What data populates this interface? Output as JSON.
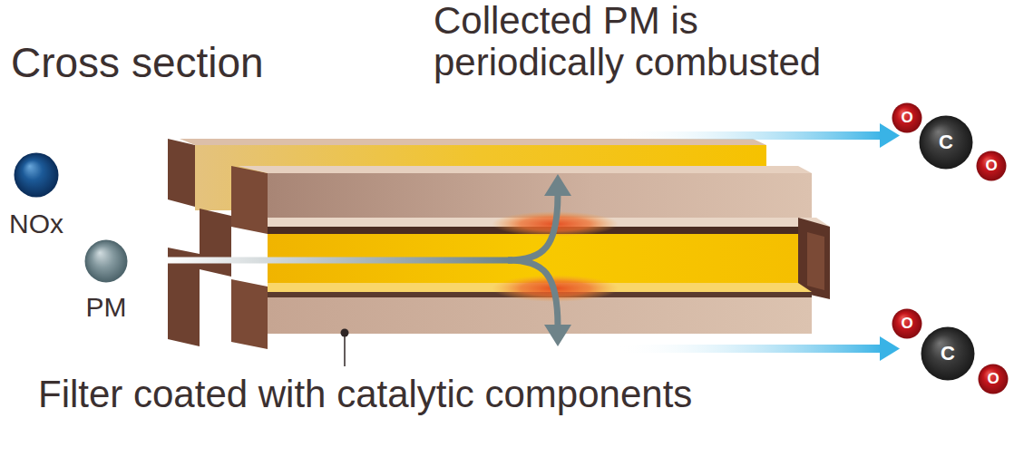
{
  "diagram": {
    "title": "Cross section",
    "nodes": [
      {
        "text": [
          "NOx"
        ]
      },
      {
        "text": [
          "PM"
        ]
      },
      {
        "text": [
          "O"
        ]
      },
      {
        "text": [
          "C"
        ]
      },
      {
        "text": [
          "O"
        ]
      },
      {
        "text": [
          "O"
        ]
      },
      {
        "text": [
          "C"
        ]
      },
      {
        "text": [
          "O"
        ]
      }
    ],
    "labels": [
      "Collected PM is periodically combusted",
      "Filter coated with catalytic components"
    ]
  }
}
